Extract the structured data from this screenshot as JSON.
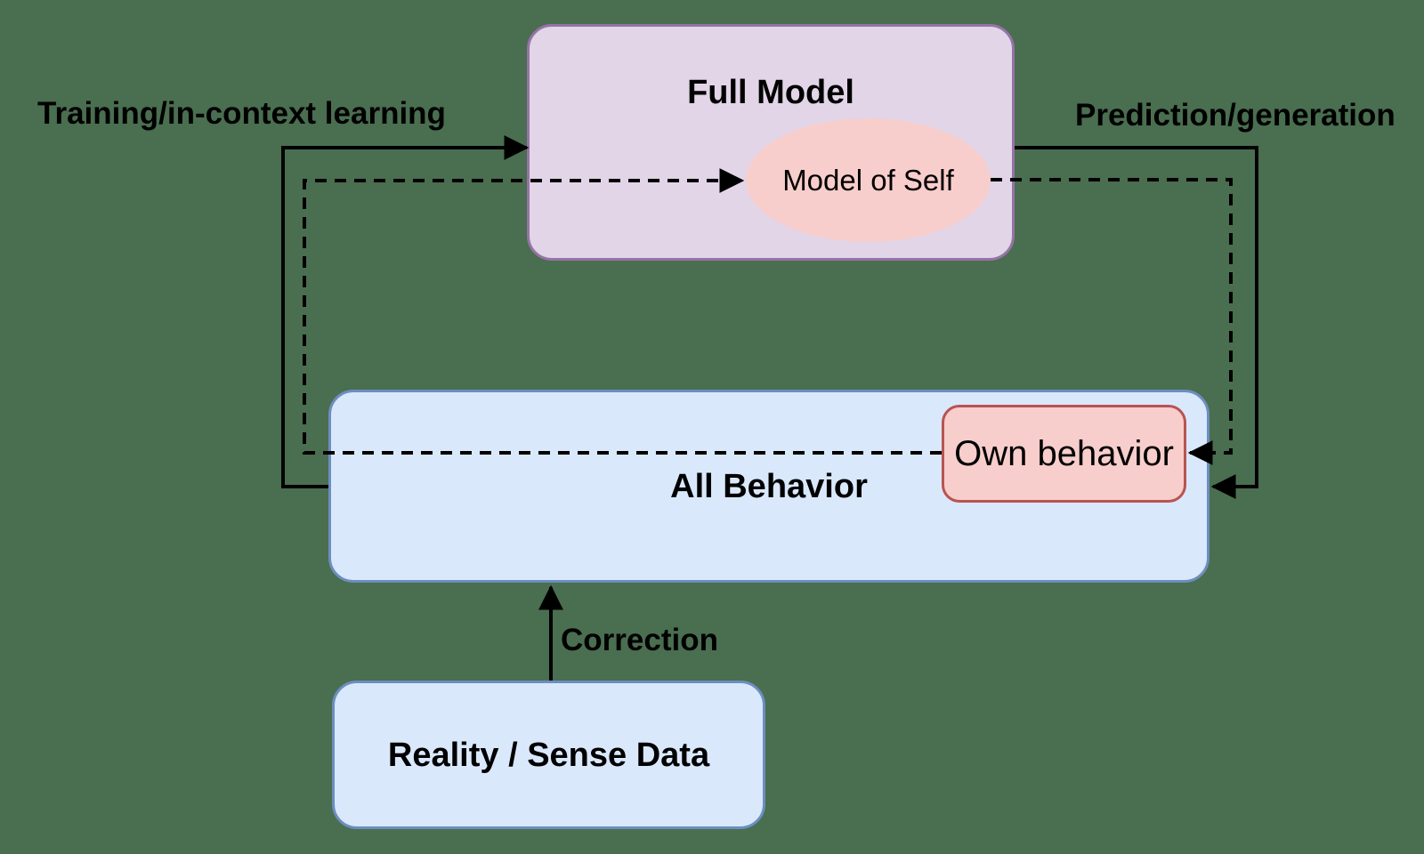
{
  "background_color": "#4a6e50",
  "edge_color": "#000000",
  "nodes": {
    "full_model": {
      "label": "Full Model",
      "fill": "#e1d5e7",
      "border": "#9673a6"
    },
    "model_of_self": {
      "label": "Model of Self",
      "fill": "#f8cecc"
    },
    "all_behavior": {
      "label": "All Behavior",
      "fill": "#dae8fc",
      "border": "#6c8ebf"
    },
    "own_behavior": {
      "label": "Own behavior",
      "fill": "#f8cecc",
      "border": "#b85450"
    },
    "reality_sense_data": {
      "label": "Reality / Sense Data",
      "fill": "#dae8fc",
      "border": "#6c8ebf"
    }
  },
  "edges": {
    "training": {
      "label": "Training/in-context learning",
      "style": "solid",
      "from": "all_behavior",
      "to": "full_model"
    },
    "prediction": {
      "label": "Prediction/generation",
      "style": "solid",
      "from": "full_model",
      "to": "all_behavior"
    },
    "correction": {
      "label": "Correction",
      "style": "solid",
      "from": "reality_sense_data",
      "to": "all_behavior"
    },
    "self_training": {
      "label": "",
      "style": "dashed",
      "from": "own_behavior",
      "to": "model_of_self"
    },
    "self_prediction": {
      "label": "",
      "style": "dashed",
      "from": "model_of_self",
      "to": "own_behavior"
    }
  }
}
